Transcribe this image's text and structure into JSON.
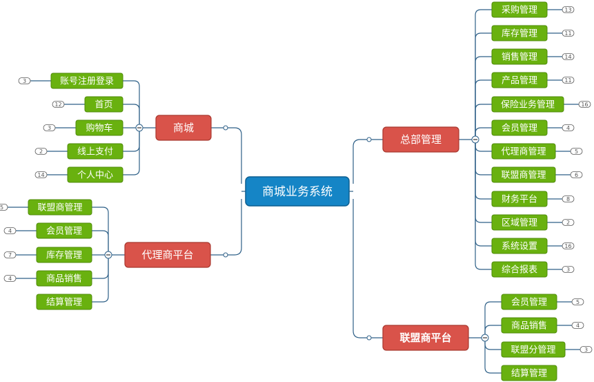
{
  "colors": {
    "root_fill": "#1585c6",
    "root_stroke": "#0d5f91",
    "level1_fill": "#d9534a",
    "level1_stroke": "#a8382f",
    "level2_fill": "#69b10f",
    "level2_stroke": "#4e8a08",
    "line": "#2d5f87"
  },
  "root": {
    "label": "商城业务系统"
  },
  "branches": [
    {
      "id": "mall",
      "label": "商城",
      "children": [
        {
          "label": "账号注册登录",
          "badge": "3"
        },
        {
          "label": "首页",
          "badge": "12"
        },
        {
          "label": "购物车",
          "badge": "3"
        },
        {
          "label": "线上支付",
          "badge": "2"
        },
        {
          "label": "个人中心",
          "badge": "14"
        }
      ]
    },
    {
      "id": "agent",
      "label": "代理商平台",
      "children": [
        {
          "label": "联盟商管理",
          "badge": "5"
        },
        {
          "label": "会员管理",
          "badge": "4"
        },
        {
          "label": "库存管理",
          "badge": "7"
        },
        {
          "label": "商品销售",
          "badge": "4"
        },
        {
          "label": "结算管理",
          "badge": ""
        }
      ]
    },
    {
      "id": "hq",
      "label": "总部管理",
      "children": [
        {
          "label": "采购管理",
          "badge": "13"
        },
        {
          "label": "库存管理",
          "badge": "11"
        },
        {
          "label": "销售管理",
          "badge": "14"
        },
        {
          "label": "产品管理",
          "badge": "11"
        },
        {
          "label": "保险业务管理",
          "badge": "16"
        },
        {
          "label": "会员管理",
          "badge": "4"
        },
        {
          "label": "代理商管理",
          "badge": "5"
        },
        {
          "label": "联盟商管理",
          "badge": "6"
        },
        {
          "label": "财务平台",
          "badge": "8"
        },
        {
          "label": "区域管理",
          "badge": "2"
        },
        {
          "label": "系统设置",
          "badge": "16"
        },
        {
          "label": "综合报表",
          "badge": "3"
        }
      ]
    },
    {
      "id": "alliance",
      "label": "联盟商平台",
      "children": [
        {
          "label": "会员管理",
          "badge": "5"
        },
        {
          "label": "商品销售",
          "badge": "4"
        },
        {
          "label": "联盟分管理",
          "badge": "3"
        },
        {
          "label": "结算管理",
          "badge": ""
        }
      ]
    }
  ]
}
